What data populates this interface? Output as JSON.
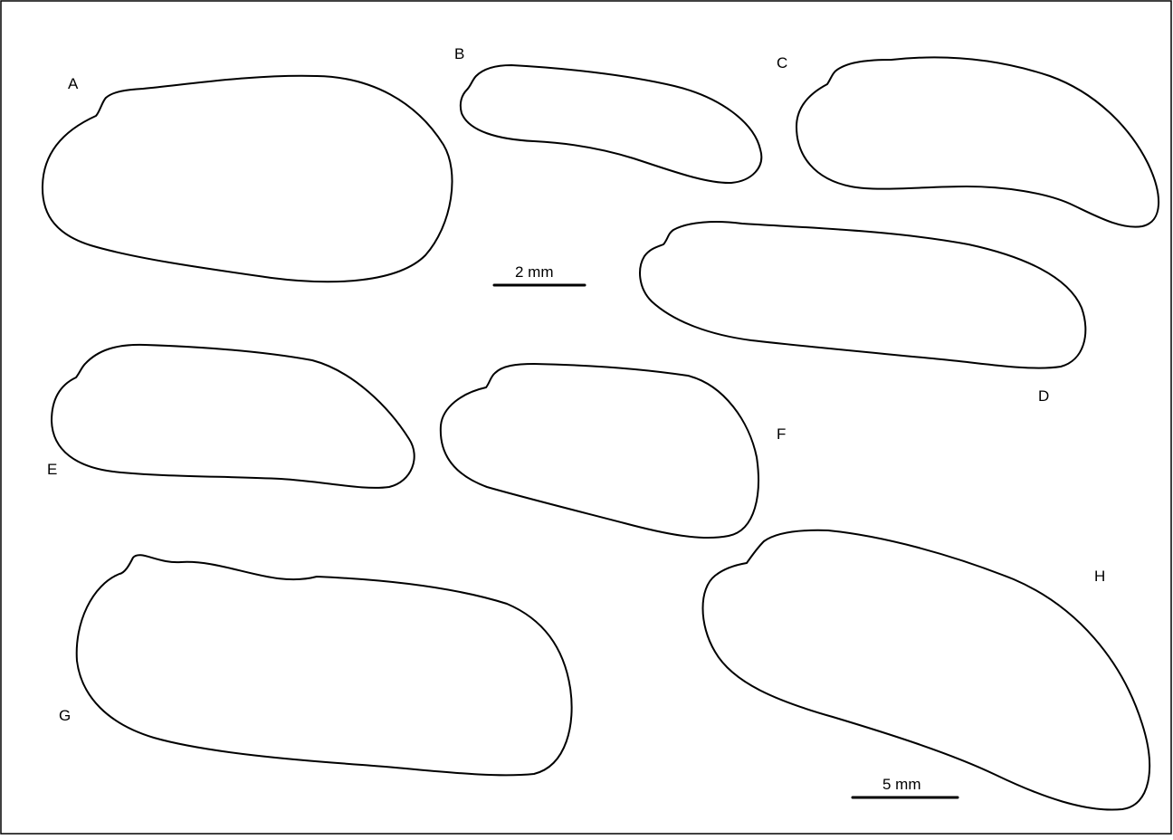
{
  "colors": {
    "background": "#ffffff",
    "stroke": "#000000"
  },
  "panels": [
    {
      "id": "A",
      "label": "A"
    },
    {
      "id": "B",
      "label": "B"
    },
    {
      "id": "C",
      "label": "C"
    },
    {
      "id": "D",
      "label": "D"
    },
    {
      "id": "E",
      "label": "E"
    },
    {
      "id": "F",
      "label": "F"
    },
    {
      "id": "G",
      "label": "G"
    },
    {
      "id": "H",
      "label": "H"
    }
  ],
  "scale_bars": [
    {
      "label": "2 mm"
    },
    {
      "label": "5 mm"
    }
  ]
}
